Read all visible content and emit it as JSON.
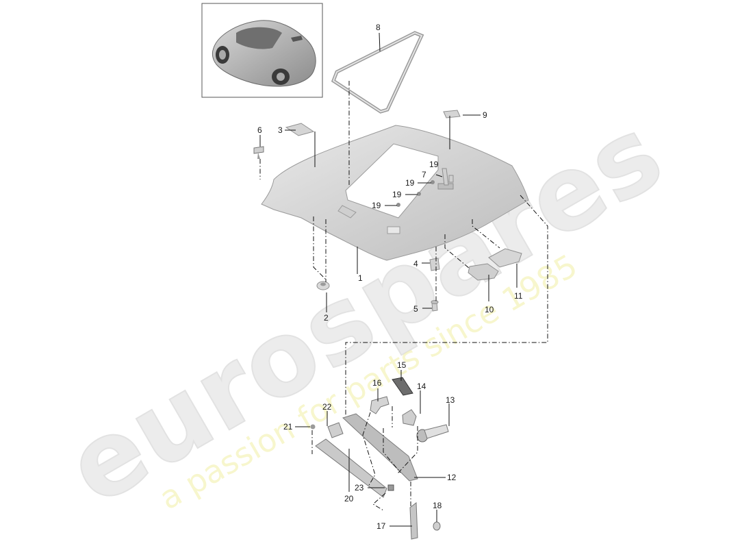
{
  "watermark": {
    "brand": "eurospares",
    "tagline": "a passion for parts since 1985"
  },
  "callouts": [
    {
      "id": "c1",
      "text": "1"
    },
    {
      "id": "c2",
      "text": "2"
    },
    {
      "id": "c3",
      "text": "3"
    },
    {
      "id": "c4",
      "text": "4"
    },
    {
      "id": "c5",
      "text": "5"
    },
    {
      "id": "c6",
      "text": "6"
    },
    {
      "id": "c7",
      "text": "7"
    },
    {
      "id": "c8",
      "text": "8"
    },
    {
      "id": "c9",
      "text": "9"
    },
    {
      "id": "c10",
      "text": "10"
    },
    {
      "id": "c11",
      "text": "11"
    },
    {
      "id": "c12",
      "text": "12"
    },
    {
      "id": "c13",
      "text": "13"
    },
    {
      "id": "c14",
      "text": "14"
    },
    {
      "id": "c15",
      "text": "15"
    },
    {
      "id": "c16",
      "text": "16"
    },
    {
      "id": "c17",
      "text": "17"
    },
    {
      "id": "c18",
      "text": "18"
    },
    {
      "id": "c19a",
      "text": "19"
    },
    {
      "id": "c19b",
      "text": "19"
    },
    {
      "id": "c19c",
      "text": "19"
    },
    {
      "id": "c19d",
      "text": "19"
    },
    {
      "id": "c20",
      "text": "20"
    },
    {
      "id": "c21",
      "text": "21"
    },
    {
      "id": "c22",
      "text": "22"
    },
    {
      "id": "c23",
      "text": "23"
    }
  ],
  "colors": {
    "line": "#111111",
    "part_fill": "#d9d9d9",
    "part_light": "#ececec",
    "part_dark": "#a8a8a8",
    "watermark_grey": "#ececec",
    "watermark_yellow": "#f2f0a6"
  }
}
